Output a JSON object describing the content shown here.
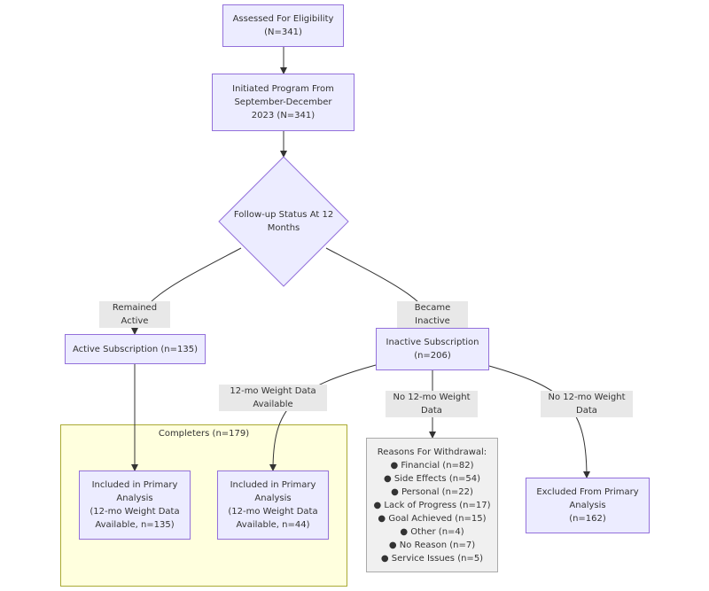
{
  "nodes": {
    "assessed": [
      "Assessed For Eligibility",
      "(N=341)"
    ],
    "initiated": [
      "Initiated Program From",
      "September-December",
      "2023 (N=341)"
    ],
    "decision": [
      "Follow-up Status At 12",
      "Months"
    ],
    "active": [
      "Active Subscription (n=135)"
    ],
    "inactive": [
      "Inactive Subscription",
      "(n=206)"
    ],
    "incl_active": [
      "Included in Primary",
      "Analysis",
      "(12-mo Weight Data",
      "Available, n=135)"
    ],
    "incl_inactive": [
      "Included in Primary",
      "Analysis",
      "(12-mo Weight Data",
      "Available, n=44)"
    ],
    "reasons": [
      "Reasons For Withdrawal:",
      "● Financial (n=82)",
      "● Side Effects (n=54)",
      "● Personal (n=22)",
      "● Lack of Progress (n=17)",
      "● Goal Achieved (n=15)",
      "● Other (n=4)",
      "● No Reason (n=7)",
      "● Service Issues (n=5)"
    ],
    "excluded": [
      "Excluded From Primary",
      "Analysis",
      "(n=162)"
    ]
  },
  "subgraph": {
    "completers_title": "Completers (n=179)"
  },
  "edge_labels": {
    "remained_active": "Remained Active",
    "became_inactive": "Became Inactive",
    "weight_available": [
      "12-mo Weight Data",
      "Available"
    ],
    "no_weight_reasons": "No 12-mo Weight Data",
    "no_weight_excluded": "No 12-mo Weight Data"
  },
  "colors": {
    "node_fill": "#ececff",
    "node_stroke": "#9370db",
    "subgraph_fill": "#ffffde",
    "subgraph_stroke": "#aaaa33",
    "edge": "#333333",
    "label_bg": "#e8e8e8"
  }
}
